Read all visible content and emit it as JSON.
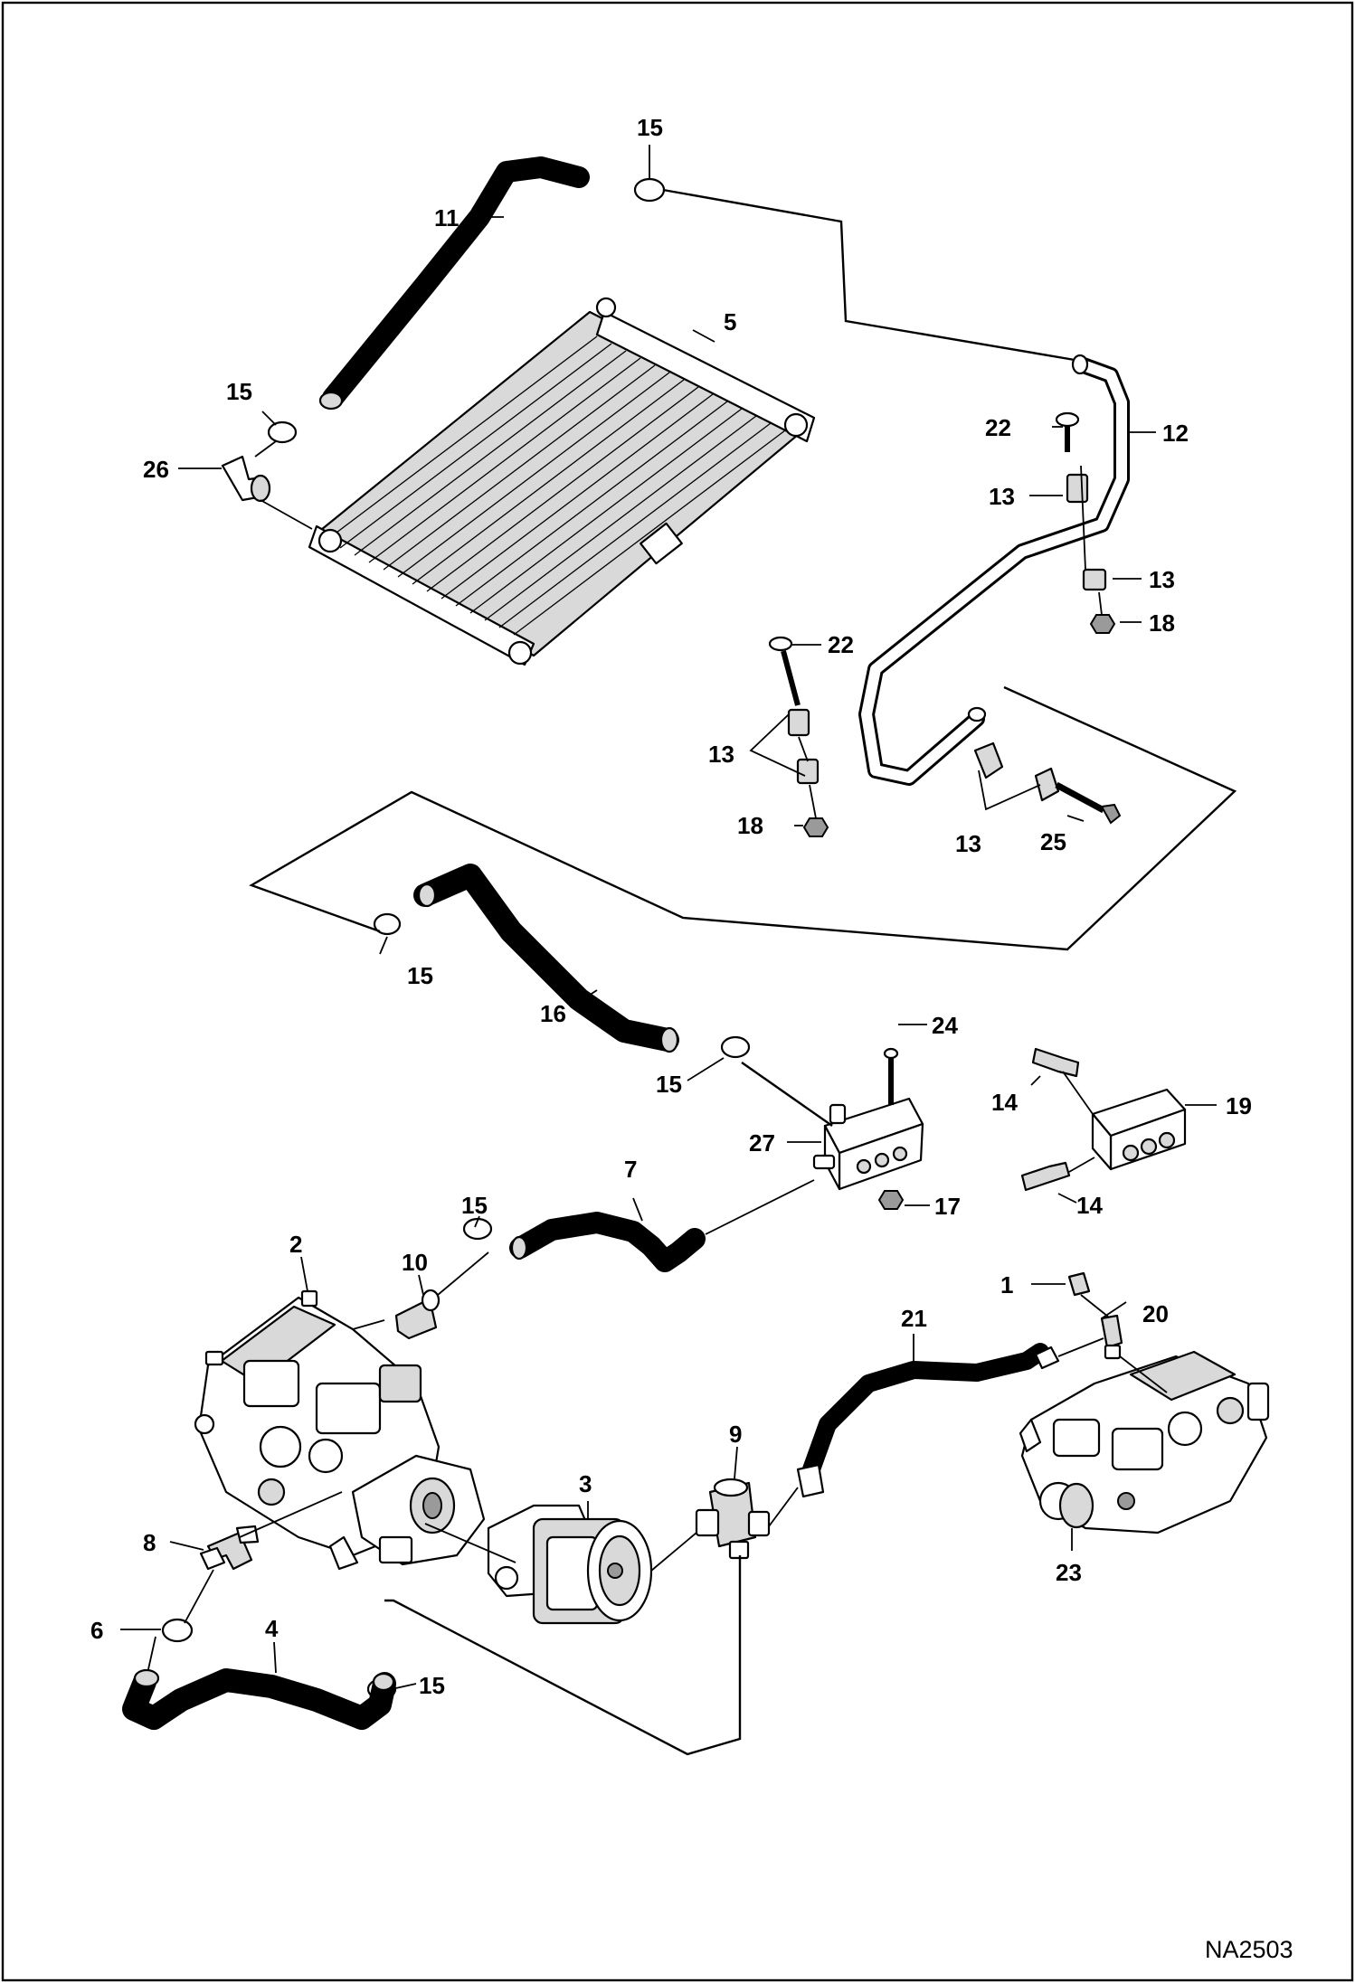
{
  "diagram_ref": "NA2503",
  "callouts": [
    "1",
    "2",
    "3",
    "4",
    "5",
    "6",
    "7",
    "8",
    "9",
    "10",
    "11",
    "12",
    "13",
    "14",
    "15",
    "16",
    "17",
    "18",
    "19",
    "20",
    "21",
    "22",
    "23",
    "24",
    "25",
    "26",
    "27"
  ]
}
